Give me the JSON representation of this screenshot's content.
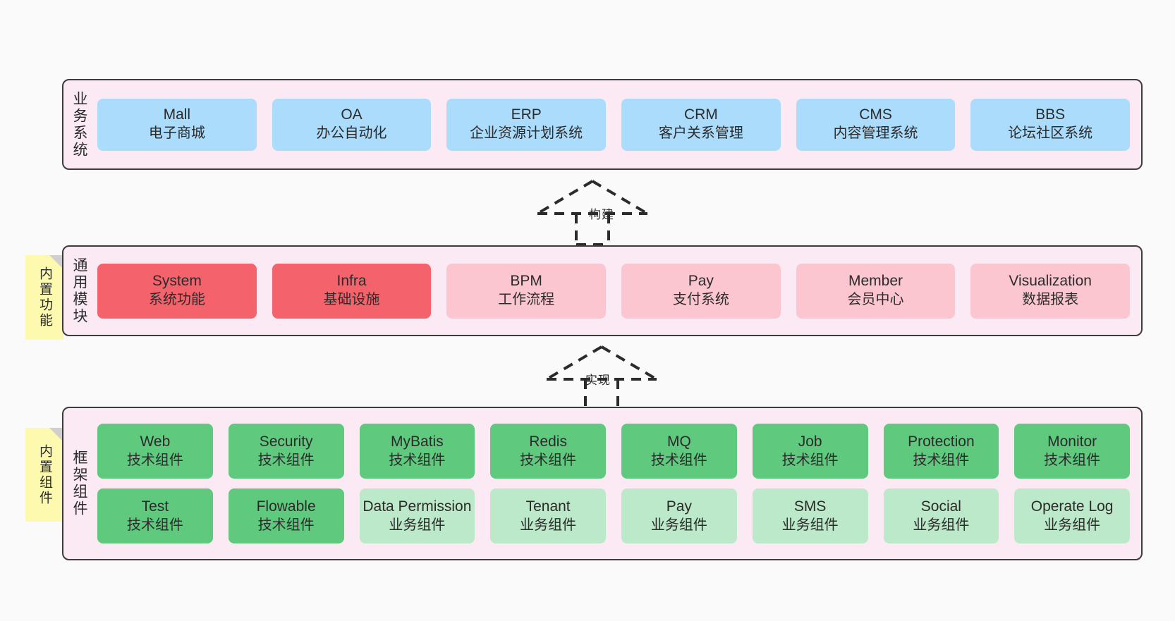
{
  "layers": [
    {
      "key": "business",
      "title": "业务系统",
      "rows": [
        {
          "tiles": [
            {
              "en": "Mall",
              "cn": "电子商城",
              "color": "#abdcfb"
            },
            {
              "en": "OA",
              "cn": "办公自动化",
              "color": "#abdcfb"
            },
            {
              "en": "ERP",
              "cn": "企业资源计划系统",
              "color": "#abdcfb"
            },
            {
              "en": "CRM",
              "cn": "客户关系管理",
              "color": "#abdcfb"
            },
            {
              "en": "CMS",
              "cn": "内容管理系统",
              "color": "#abdcfb"
            },
            {
              "en": "BBS",
              "cn": "论坛社区系统",
              "color": "#abdcfb"
            }
          ]
        }
      ]
    },
    {
      "key": "modules",
      "title": "通用模块",
      "rows": [
        {
          "tiles": [
            {
              "en": "System",
              "cn": "系统功能",
              "color": "#f4636b"
            },
            {
              "en": "Infra",
              "cn": "基础设施",
              "color": "#f4636b"
            },
            {
              "en": "BPM",
              "cn": "工作流程",
              "color": "#fbc6cf"
            },
            {
              "en": "Pay",
              "cn": "支付系统",
              "color": "#fbc6cf"
            },
            {
              "en": "Member",
              "cn": "会员中心",
              "color": "#fbc6cf"
            },
            {
              "en": "Visualization",
              "cn": "数据报表",
              "color": "#fbc6cf"
            }
          ]
        }
      ]
    },
    {
      "key": "framework",
      "title": "框架组件",
      "rows": [
        {
          "tiles": [
            {
              "en": "Web",
              "cn": "技术组件",
              "color": "#5fc97e"
            },
            {
              "en": "Security",
              "cn": "技术组件",
              "color": "#5fc97e"
            },
            {
              "en": "MyBatis",
              "cn": "技术组件",
              "color": "#5fc97e"
            },
            {
              "en": "Redis",
              "cn": "技术组件",
              "color": "#5fc97e"
            },
            {
              "en": "MQ",
              "cn": "技术组件",
              "color": "#5fc97e"
            },
            {
              "en": "Job",
              "cn": "技术组件",
              "color": "#5fc97e"
            },
            {
              "en": "Protection",
              "cn": "技术组件",
              "color": "#5fc97e"
            },
            {
              "en": "Monitor",
              "cn": "技术组件",
              "color": "#5fc97e"
            }
          ]
        },
        {
          "tiles": [
            {
              "en": "Test",
              "cn": "技术组件",
              "color": "#5fc97e"
            },
            {
              "en": "Flowable",
              "cn": "技术组件",
              "color": "#5fc97e"
            },
            {
              "en": "Data Permission",
              "cn": "业务组件",
              "color": "#bce9c9"
            },
            {
              "en": "Tenant",
              "cn": "业务组件",
              "color": "#bce9c9"
            },
            {
              "en": "Pay",
              "cn": "业务组件",
              "color": "#bce9c9"
            },
            {
              "en": "SMS",
              "cn": "业务组件",
              "color": "#bce9c9"
            },
            {
              "en": "Social",
              "cn": "业务组件",
              "color": "#bce9c9"
            },
            {
              "en": "Operate Log",
              "cn": "业务组件",
              "color": "#bce9c9"
            }
          ]
        }
      ]
    }
  ],
  "notes": [
    {
      "key": "builtin-function",
      "text": "内置功能"
    },
    {
      "key": "builtin-component",
      "text": "内置组件"
    }
  ],
  "arrows": [
    {
      "key": "build",
      "label": "构建"
    },
    {
      "key": "implement",
      "label": "实现"
    }
  ],
  "colors": {
    "panel_background": "#fbeaf4",
    "panel_border": "#3c3c3c",
    "canvas": "#fafafa",
    "note": "#fdfab0",
    "note_fold": "#cfcfcf",
    "blue": "#abdcfb",
    "red": "#f4636b",
    "pink": "#fbc6cf",
    "green": "#5fc97e",
    "green_light": "#bce9c9",
    "text": "#2b2b2b"
  }
}
